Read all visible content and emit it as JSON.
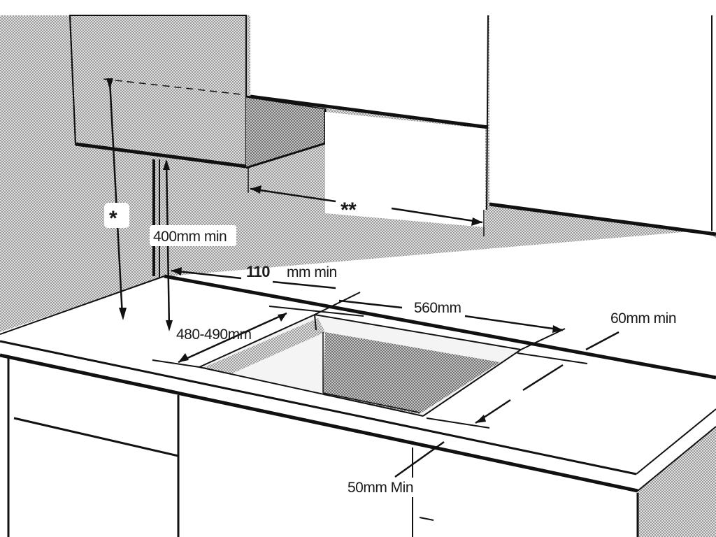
{
  "labels": {
    "star_single": "*",
    "star_double": "**",
    "hood_clearance": "400mm min",
    "wall_gap_value": "110",
    "wall_gap_unit": "mm min",
    "cutout_width": "560mm",
    "cutout_depth": "480-490mm",
    "front_margin": "60mm min",
    "side_margin": "50mm Min"
  },
  "colors": {
    "line": "#111111",
    "hatch": "#9a9a9a",
    "hatch_dark": "#7a7a7a",
    "background": "#ffffff"
  }
}
